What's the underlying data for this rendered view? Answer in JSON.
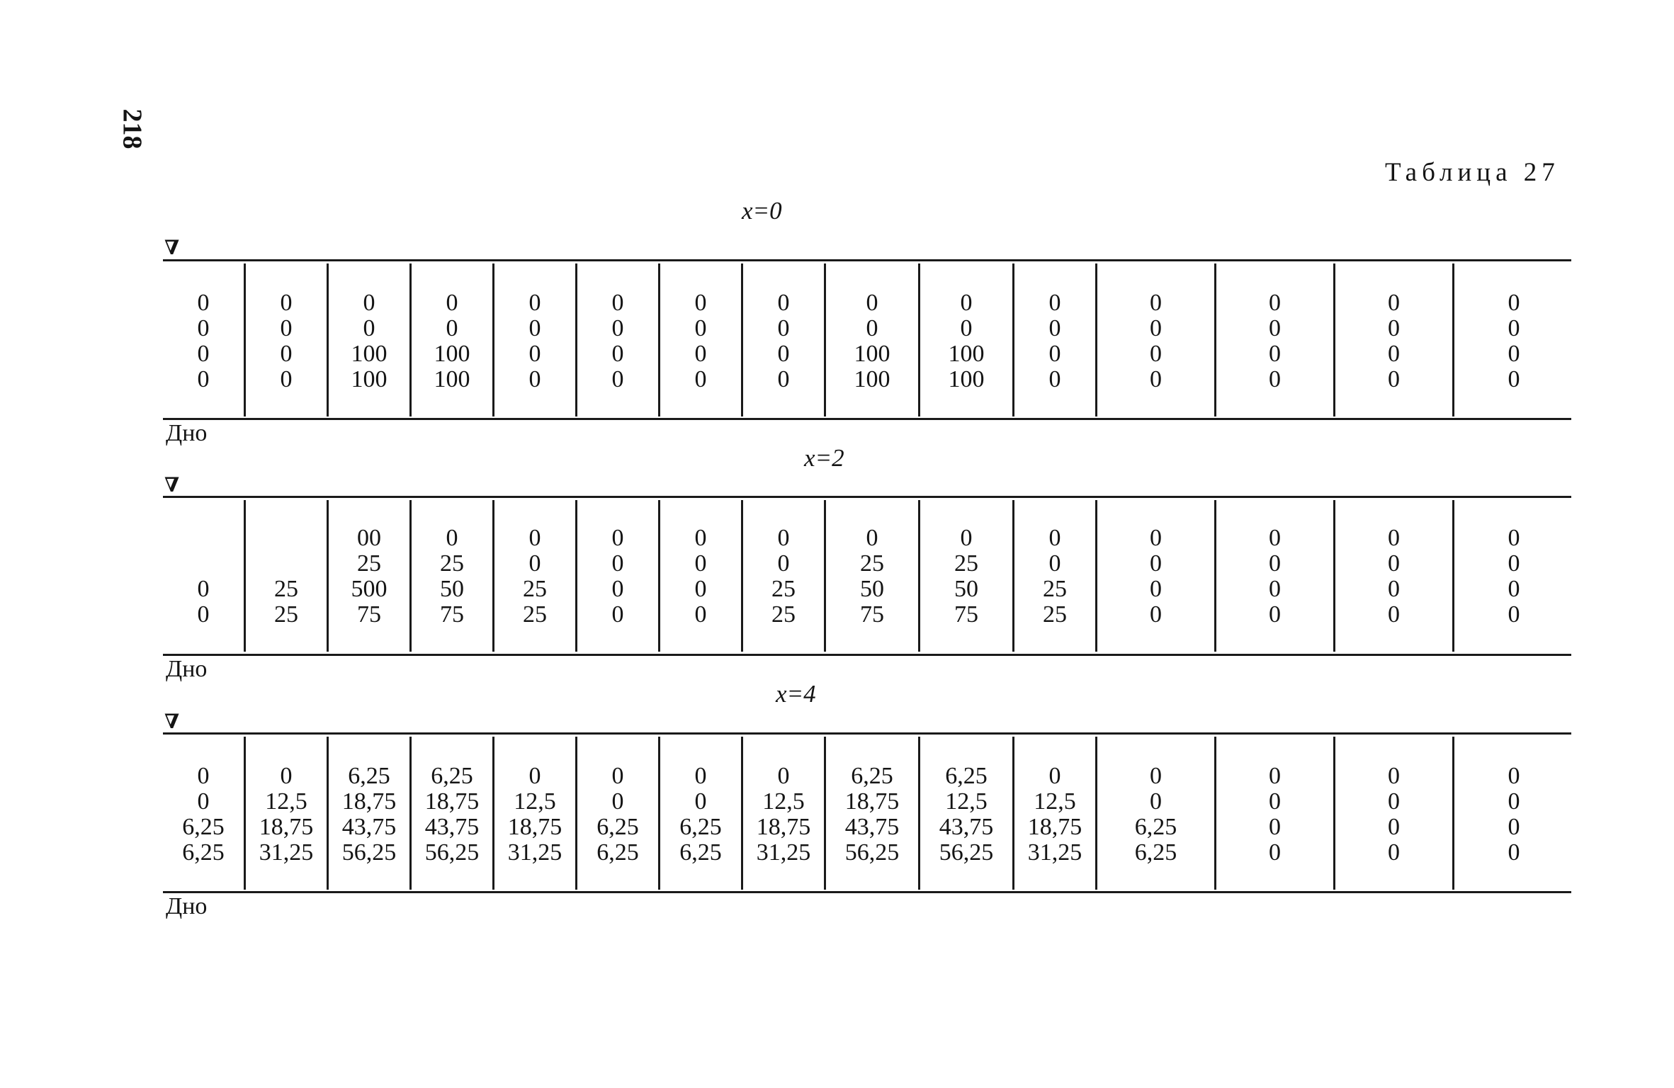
{
  "page_number": "218",
  "table_title": "Таблица 27",
  "bottom_label": "Дно",
  "nabla_symbol": "∇",
  "sections": [
    {
      "heading": "x=0",
      "columns": [
        [
          "0",
          "0",
          "0",
          "0"
        ],
        [
          "0",
          "0",
          "0",
          "0"
        ],
        [
          "0",
          "0",
          "100",
          "100"
        ],
        [
          "0",
          "0",
          "100",
          "100"
        ],
        [
          "0",
          "0",
          "0",
          "0"
        ],
        [
          "0",
          "0",
          "0",
          "0"
        ],
        [
          "0",
          "0",
          "0",
          "0"
        ],
        [
          "0",
          "0",
          "0",
          "0"
        ],
        [
          "0",
          "0",
          "100",
          "100"
        ],
        [
          "0",
          "0",
          "100",
          "100"
        ],
        [
          "0",
          "0",
          "0",
          "0"
        ],
        [
          "0",
          "0",
          "0",
          "0"
        ],
        [
          "0",
          "0",
          "0",
          "0"
        ],
        [
          "0",
          "0",
          "0",
          "0"
        ],
        [
          "0",
          "0",
          "0",
          "0"
        ]
      ]
    },
    {
      "heading": "x=2",
      "columns": [
        [
          "0",
          "0"
        ],
        [
          "25",
          "25"
        ],
        [
          "00",
          "25",
          "500",
          "75"
        ],
        [
          "0",
          "25",
          "50",
          "75"
        ],
        [
          "0",
          "0",
          "25",
          "25"
        ],
        [
          "0",
          "0",
          "0",
          "0"
        ],
        [
          "0",
          "0",
          "0",
          "0"
        ],
        [
          "0",
          "0",
          "25",
          "25"
        ],
        [
          "0",
          "25",
          "50",
          "75"
        ],
        [
          "0",
          "25",
          "50",
          "75"
        ],
        [
          "0",
          "0",
          "25",
          "25"
        ],
        [
          "0",
          "0",
          "0",
          "0"
        ],
        [
          "0",
          "0",
          "0",
          "0"
        ],
        [
          "0",
          "0",
          "0",
          "0"
        ],
        [
          "0",
          "0",
          "0",
          "0"
        ]
      ]
    },
    {
      "heading": "x=4",
      "columns": [
        [
          "0",
          "0",
          "6,25",
          "6,25"
        ],
        [
          "0",
          "12,5",
          "18,75",
          "31,25"
        ],
        [
          "6,25",
          "18,75",
          "43,75",
          "56,25"
        ],
        [
          "6,25",
          "18,75",
          "43,75",
          "56,25"
        ],
        [
          "0",
          "12,5",
          "18,75",
          "31,25"
        ],
        [
          "0",
          "0",
          "6,25",
          "6,25"
        ],
        [
          "0",
          "0",
          "6,25",
          "6,25"
        ],
        [
          "0",
          "12,5",
          "18,75",
          "31,25"
        ],
        [
          "6,25",
          "18,75",
          "43,75",
          "56,25"
        ],
        [
          "6,25",
          "12,5",
          "43,75",
          "56,25"
        ],
        [
          "0",
          "12,5",
          "18,75",
          "31,25"
        ],
        [
          "0",
          "0",
          "6,25",
          "6,25"
        ],
        [
          "0",
          "0",
          "0",
          "0"
        ],
        [
          "0",
          "0",
          "0",
          "0"
        ],
        [
          "0",
          "0",
          "0",
          "0"
        ]
      ]
    }
  ]
}
